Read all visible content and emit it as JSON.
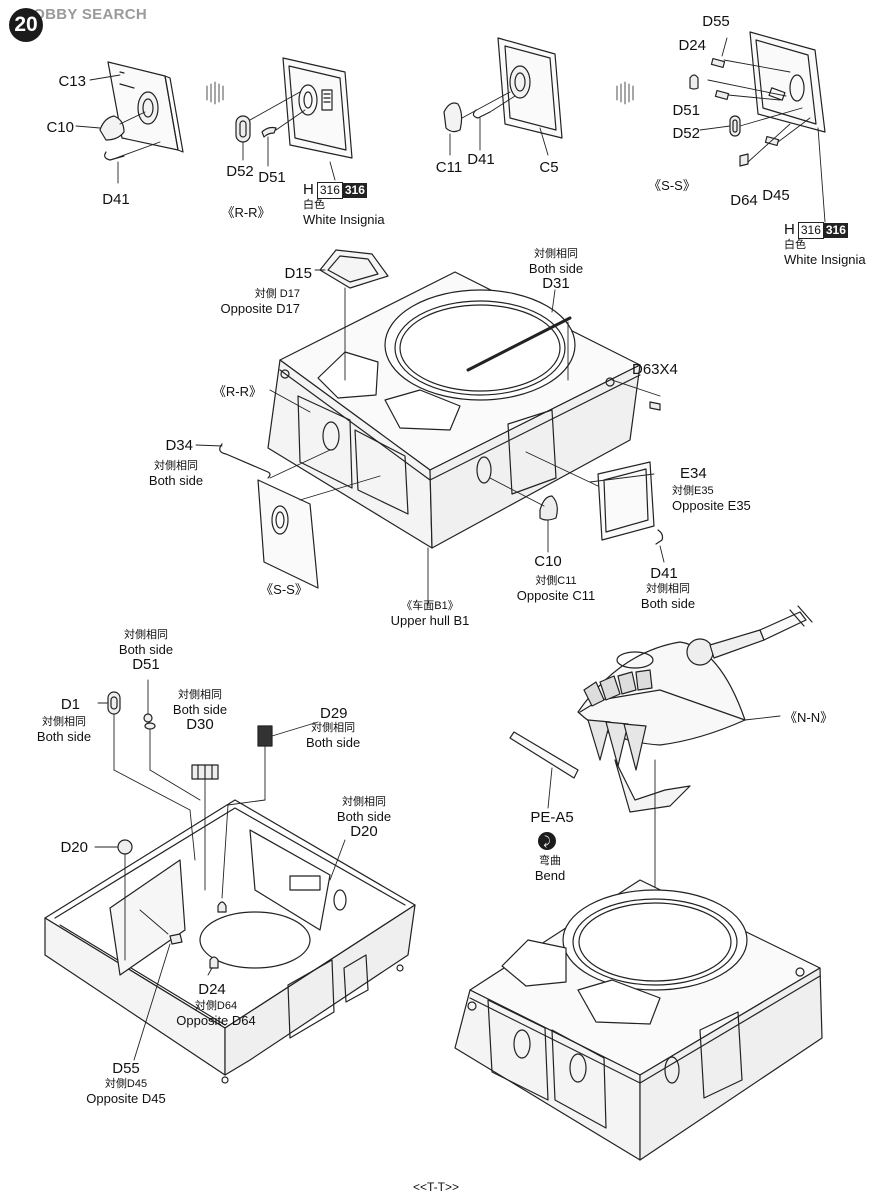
{
  "header": {
    "step_number": "20",
    "watermark": "HOBBY SEARCH"
  },
  "page_code": "<<T-T>>",
  "paint": {
    "prefix": "H",
    "code1": "316",
    "code2": "316",
    "jp": "白色",
    "en": "White Insignia"
  },
  "rows": {
    "row1": {
      "a": {
        "C13": "C13",
        "C10": "C10",
        "D41": "D41"
      },
      "b": {
        "D52": "D52",
        "D51": "D51",
        "view": "《R-R》"
      },
      "c": {
        "C11": "C11",
        "D41": "D41",
        "C5": "C5"
      },
      "d": {
        "D55": "D55",
        "D24": "D24",
        "D51": "D51",
        "D52": "D52",
        "D64": "D64",
        "D45": "D45",
        "view": "《S-S》"
      }
    },
    "hull": {
      "D15": "D15",
      "D17_jp": "対側 D17",
      "D17_en": "Opposite D17",
      "D31_jp": "対側相同",
      "D31_en": "Both side",
      "D31": "D31",
      "D63": "D63X4",
      "view_RR": "《R-R》",
      "D34": "D34",
      "D34_jp": "対側相同",
      "D34_en": "Both side",
      "E34": "E34",
      "E35_jp": "対側E35",
      "E35_en": "Opposite E35",
      "C10": "C10",
      "C11_jp": "対側C11",
      "C11_en": "Opposite C11",
      "D41": "D41",
      "D41_jp": "対側相同",
      "D41_en": "Both side",
      "view_SS": "《S-S》",
      "B1_jp": "《车面B1》",
      "B1_en": "Upper hull B1"
    },
    "lower": {
      "D51_jp": "対側相同",
      "D51_en": "Both side",
      "D51": "D51",
      "D1": "D1",
      "D1_jp": "対側相同",
      "D1_en": "Both side",
      "D30_jp": "対側相同",
      "D30_en": "Both side",
      "D30": "D30",
      "D29": "D29",
      "D29_jp": "対側相同",
      "D29_en": "Both side",
      "D20a_jp": "対側相同",
      "D20a_en": "Both side",
      "D20a": "D20",
      "D20b": "D20",
      "D24": "D24",
      "D64_jp": "対側D64",
      "D64_en": "Opposite D64",
      "D55": "D55",
      "D45_jp": "対側D45",
      "D45_en": "Opposite D45"
    },
    "turret": {
      "view_NN": "《N-N》",
      "PEA5": "PE-A5",
      "bend_jp": "弯曲",
      "bend_en": "Bend",
      "bend_icon": "bend-arrow-icon"
    }
  }
}
